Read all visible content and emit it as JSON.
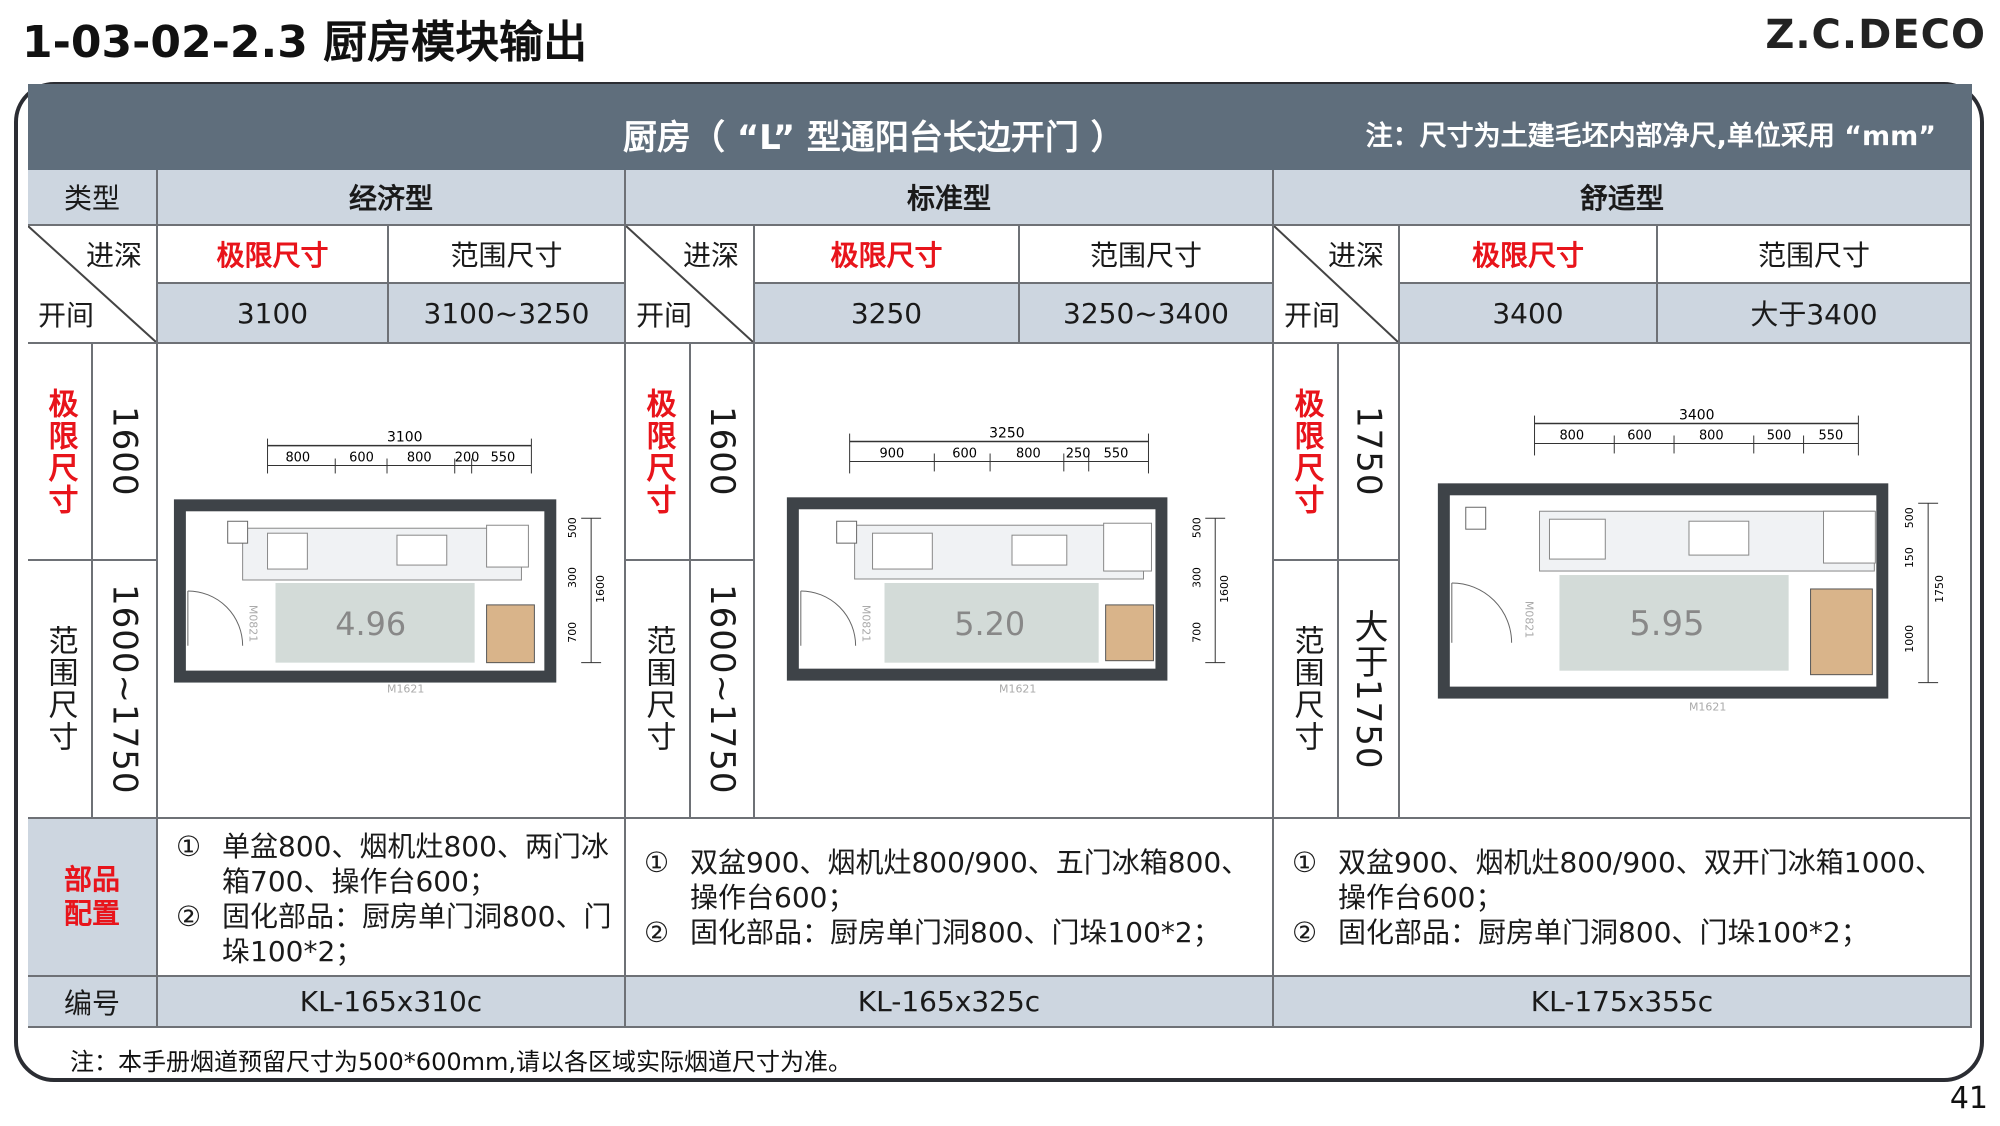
{
  "page": {
    "title": "1-03-02-2.3 厨房模块输出",
    "brand": "Z.C.DECO",
    "page_number": "41",
    "footnote": "注：本手册烟道预留尺寸为500*600mm,请以各区域实际烟道尺寸为准。"
  },
  "table": {
    "header_title": "厨房（  “L”  型通阳台长边开门  ）",
    "header_note": "注：尺寸为土建毛坯内部净尺,单位采用  “mm”",
    "type_label": "类型",
    "depth_label": "进深",
    "width_label": "开间",
    "limit_label": "极限尺寸",
    "range_label": "范围尺寸",
    "config_label": "部品配置",
    "code_label": "编号",
    "columns": [
      {
        "name": "经济型",
        "limit_width": "3100",
        "range_width": "3100~3250",
        "limit_depth": "1600",
        "range_depth": "1600~1750",
        "area": "4.96",
        "config": [
          {
            "num": "①",
            "text": "单盆800、烟机灶800、两门冰箱700、操作台600；"
          },
          {
            "num": "②",
            "text": "固化部品：厨房单门洞800、门垛100*2；"
          }
        ],
        "code": "KL-165x310c",
        "dims": [
          "3100",
          "800",
          "600",
          "800",
          "200",
          "550"
        ],
        "side_dims": [
          "500",
          "300",
          "1600",
          "700"
        ],
        "door_label": "M0821",
        "bottom_label": "M1621"
      },
      {
        "name": "标准型",
        "limit_width": "3250",
        "range_width": "3250~3400",
        "limit_depth": "1600",
        "range_depth": "1600~1750",
        "area": "5.20",
        "config": [
          {
            "num": "①",
            "text": "双盆900、烟机灶800/900、五门冰箱800、操作台600；"
          },
          {
            "num": "②",
            "text": "固化部品：厨房单门洞800、门垛100*2；"
          }
        ],
        "code": "KL-165x325c",
        "dims": [
          "3250",
          "900",
          "600",
          "800",
          "250",
          "550"
        ],
        "side_dims": [
          "500",
          "300",
          "1600",
          "700"
        ],
        "door_label": "M0821",
        "bottom_label": "M1621"
      },
      {
        "name": "舒适型",
        "limit_width": "3400",
        "range_width": "大于3400",
        "limit_depth": "1750",
        "range_depth": "大于1750",
        "area": "5.95",
        "config": [
          {
            "num": "①",
            "text": "双盆900、烟机灶800/900、双开门冰箱1000、操作台600；"
          },
          {
            "num": "②",
            "text": "固化部品：厨房单门洞800、门垛100*2；"
          }
        ],
        "code": "KL-175x355c",
        "dims": [
          "3400",
          "800",
          "600",
          "800",
          "500",
          "550"
        ],
        "side_dims": [
          "500",
          "150",
          "1750",
          "1000"
        ],
        "door_label": "M0821",
        "bottom_label": "M1621"
      }
    ]
  }
}
